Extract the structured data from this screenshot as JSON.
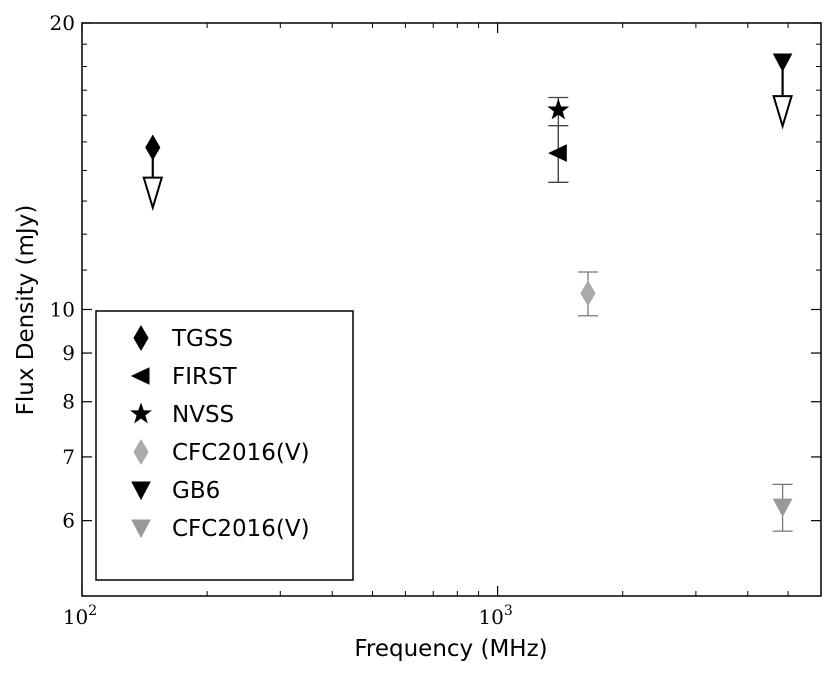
{
  "chart_data": {
    "type": "scatter",
    "xlabel": "Frequency (MHz)",
    "ylabel": "Flux Density (mJy)",
    "x_scale": "log",
    "y_scale": "log",
    "xlim": [
      100,
      6000
    ],
    "ylim": [
      5,
      20
    ],
    "x_ticks": [
      {
        "value": 100,
        "base": "10",
        "exp": "2"
      },
      {
        "value": 1000,
        "base": "10",
        "exp": "3"
      }
    ],
    "y_ticks": [
      {
        "value": 6,
        "label": "6"
      },
      {
        "value": 7,
        "label": "7"
      },
      {
        "value": 8,
        "label": "8"
      },
      {
        "value": 9,
        "label": "9"
      },
      {
        "value": 10,
        "label": "10"
      },
      {
        "value": 20,
        "label": "20"
      }
    ],
    "grid": false,
    "legend_position": "lower-left",
    "series": [
      {
        "name": "TGSS",
        "marker": "diamond",
        "color": "#000000",
        "points": [
          {
            "x": 148,
            "y": 14.8,
            "upper_limit_to": 13.3
          }
        ]
      },
      {
        "name": "FIRST",
        "marker": "triangle-left",
        "color": "#000000",
        "points": [
          {
            "x": 1400,
            "y": 14.6,
            "yerr_low": 13.6,
            "yerr_high": 15.6
          }
        ]
      },
      {
        "name": "NVSS",
        "marker": "star",
        "color": "#000000",
        "points": [
          {
            "x": 1400,
            "y": 16.2,
            "yerr_low": 13.6,
            "yerr_high": 16.7
          }
        ]
      },
      {
        "name": "CFC2016(V)",
        "marker": "diamond",
        "color": "#aaaaaa",
        "points": [
          {
            "x": 1650,
            "y": 10.4,
            "yerr_low": 9.85,
            "yerr_high": 10.95
          }
        ]
      },
      {
        "name": "GB6",
        "marker": "triangle-down",
        "color": "#000000",
        "points": [
          {
            "x": 4850,
            "y": 18.2,
            "upper_limit_to": 16.2
          }
        ]
      },
      {
        "name": "CFC2016(V)",
        "marker": "triangle-down",
        "color": "#999999",
        "points": [
          {
            "x": 4850,
            "y": 6.2,
            "yerr_low": 5.85,
            "yerr_high": 6.55
          }
        ]
      }
    ]
  }
}
